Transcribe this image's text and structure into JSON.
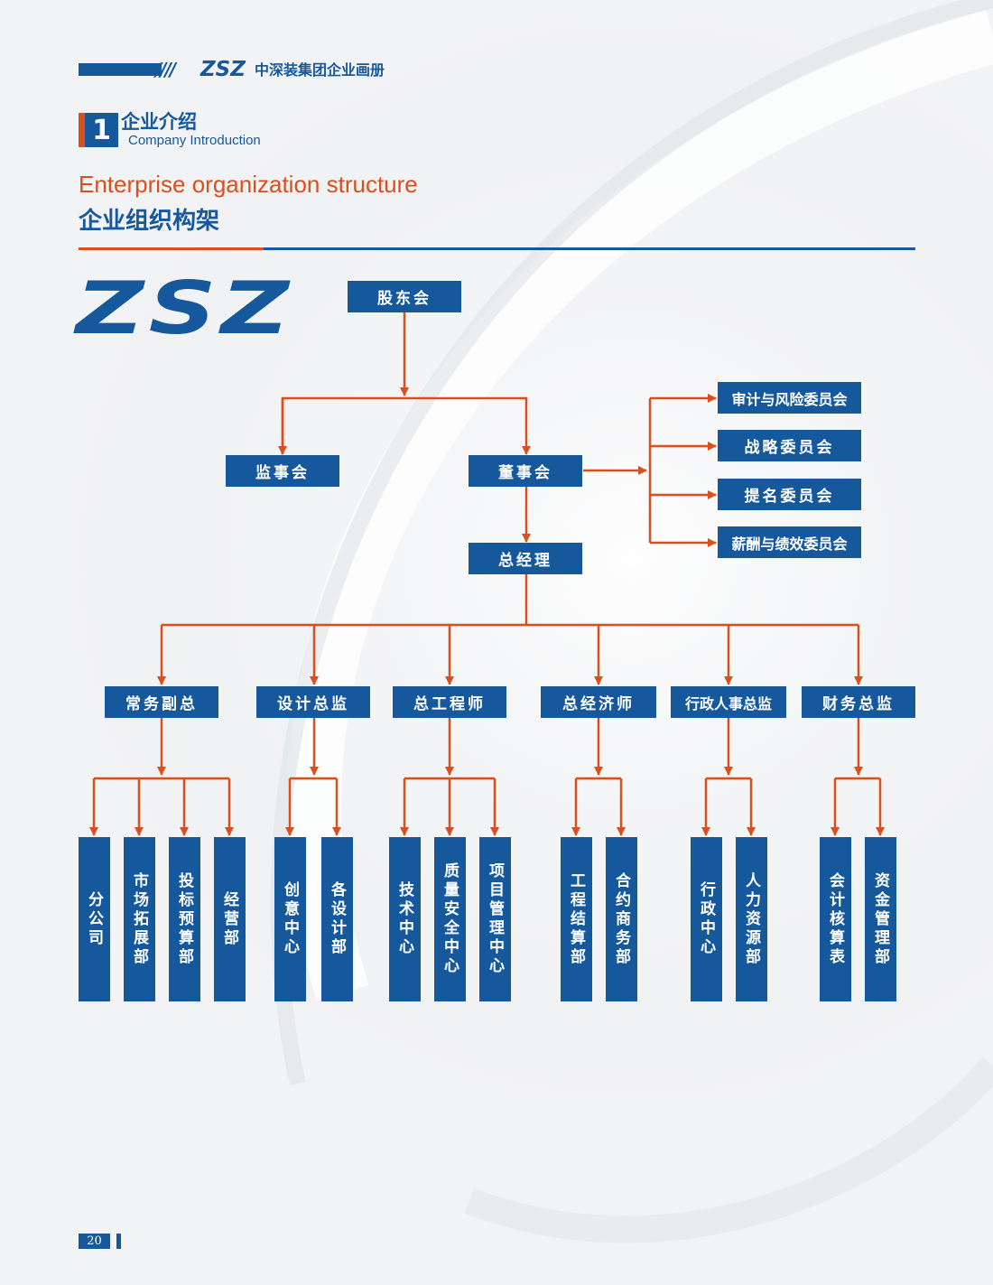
{
  "header": {
    "slashes": "////",
    "logo": "ZSZ",
    "title": "中深装集团企业画册"
  },
  "section": {
    "number": "1",
    "title": "企业介绍",
    "subtitle": "Company Introduction"
  },
  "heading": {
    "english": "Enterprise organization structure",
    "chinese": "企业组织构架"
  },
  "big_logo": "ZSZ",
  "colors": {
    "primary": "#15589c",
    "accent": "#d94f1e",
    "background": "#f3f4f6"
  },
  "org": {
    "shareholders": "股东会",
    "supervisors": "监事会",
    "board": "董事会",
    "committees": [
      "审计与风险委员会",
      "战略委员会",
      "提名委员会",
      "薪酬与绩效委员会"
    ],
    "gm": "总经理",
    "executives": [
      "常务副总",
      "设计总监",
      "总工程师",
      "总经济师",
      "行政人事总监",
      "财务总监"
    ],
    "departments": [
      [
        "分公司",
        "市场拓展部",
        "投标预算部",
        "经营部"
      ],
      [
        "创意中心",
        "各设计部"
      ],
      [
        "技术中心",
        "质量安全中心",
        "项目管理中心"
      ],
      [
        "工程结算部",
        "合约商务部"
      ],
      [
        "行政中心",
        "人力资源部"
      ],
      [
        "会计核算表",
        "资金管理部"
      ]
    ]
  },
  "page_number": "20"
}
